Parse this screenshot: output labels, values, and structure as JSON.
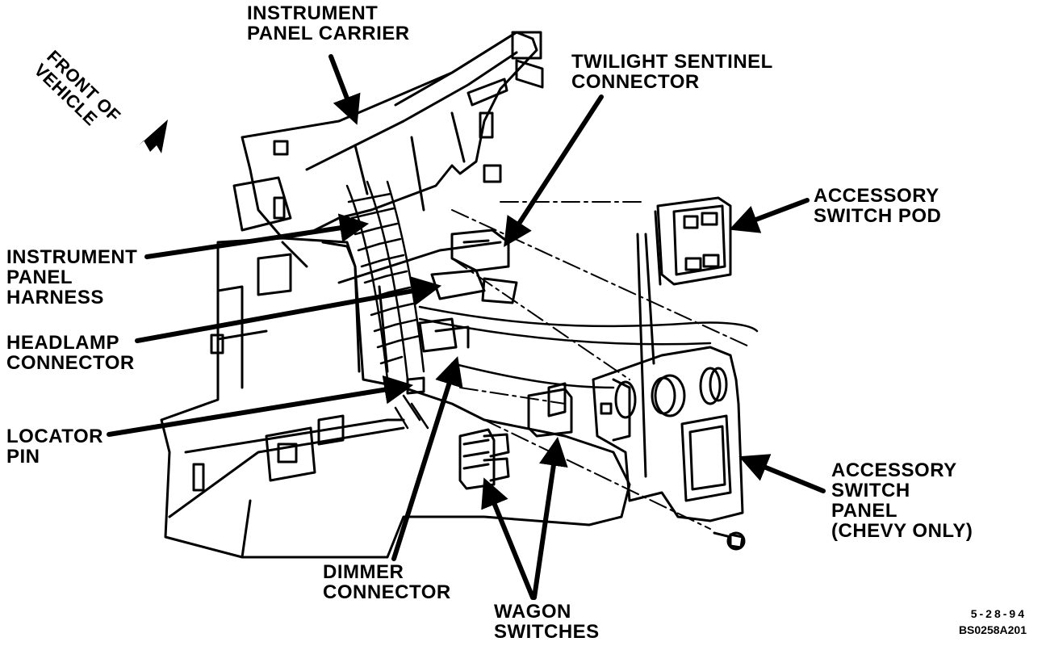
{
  "diagram": {
    "orientation": "FRONT OF\nVEHICLE",
    "labels": {
      "instrument_panel_carrier": "INSTRUMENT\nPANEL CARRIER",
      "twilight_sentinel_connector": "TWILIGHT SENTINEL\nCONNECTOR",
      "accessory_switch_pod": "ACCESSORY\nSWITCH POD",
      "instrument_panel_harness": "INSTRUMENT\nPANEL\nHARNESS",
      "headlamp_connector": "HEADLAMP\nCONNECTOR",
      "locator_pin": "LOCATOR\nPIN",
      "dimmer_connector": "DIMMER\nCONNECTOR",
      "wagon_switches": "WAGON\nSWITCHES",
      "accessory_switch_panel": "ACCESSORY\nSWITCH\nPANEL\n(CHEVY ONLY)"
    },
    "figure_date": "5-28-94",
    "figure_code": "BS0258A201"
  }
}
